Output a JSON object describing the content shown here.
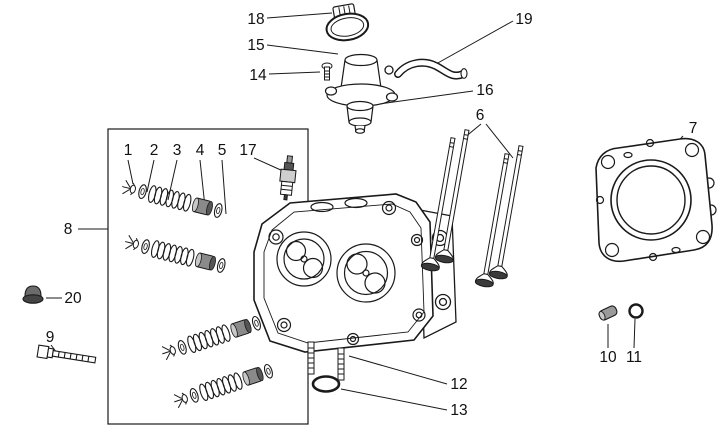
{
  "part_labels": {
    "n1": "1",
    "n2": "2",
    "n3": "3",
    "n4": "4",
    "n5": "5",
    "n6": "6",
    "n7": "7",
    "n8": "8",
    "n9": "9",
    "n10": "10",
    "n11": "11",
    "n12": "12",
    "n13": "13",
    "n14": "14",
    "n15": "15",
    "n16": "16",
    "n17": "17",
    "n18": "18",
    "n19": "19",
    "n20": "20"
  },
  "colors": {
    "line": "#1a1a1a",
    "background": "#ffffff",
    "metal_mid": "#8a8a8a",
    "metal_dark": "#3a3a3a"
  }
}
